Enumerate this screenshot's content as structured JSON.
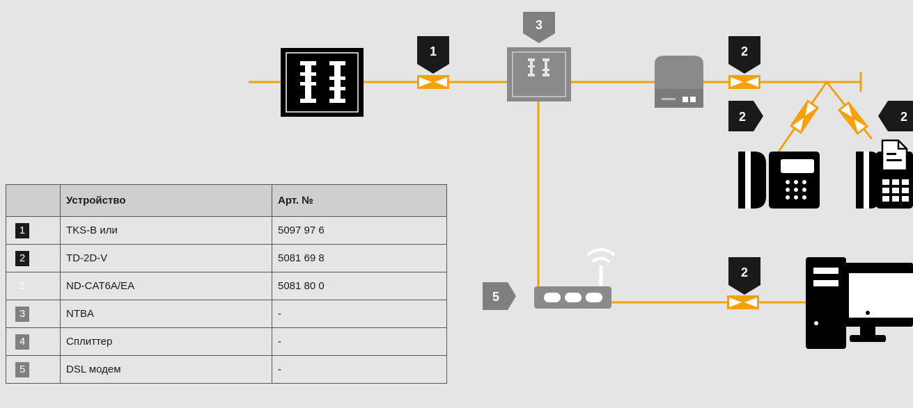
{
  "badges": {
    "b1": "1",
    "b2_top": "2",
    "b2_left": "2",
    "b2_right": "2",
    "b2_pc": "2",
    "b3": "3",
    "b5": "5"
  },
  "colors": {
    "line": "#f0a20a",
    "connector": "#f5a20a",
    "badge_black": "#1a1a1a",
    "badge_gray": "#7f7f7f",
    "background": "#e5e5e5",
    "table_header_bg": "#cfcfcf"
  },
  "icons": [
    "tae-socket-icon",
    "ntba-box-icon",
    "splitter-box-icon",
    "desk-phone-icon",
    "fax-phone-icon",
    "dsl-modem-icon",
    "wifi-icon",
    "desktop-computer-icon",
    "cable-connector-icon"
  ],
  "table": {
    "headers": [
      "",
      "Устройство",
      "Арт. №"
    ],
    "rows": [
      {
        "num": "1",
        "style": "black",
        "device": "TKS-B или",
        "art": "5097 97 6"
      },
      {
        "num": "2",
        "style": "black",
        "device": "TD-2D-V",
        "art": "5081 69 8"
      },
      {
        "num": "2",
        "style": "hollow",
        "device": "ND-CAT6A/EA",
        "art": "5081 80 0"
      },
      {
        "num": "3",
        "style": "gray",
        "device": "NTBA",
        "art": "-"
      },
      {
        "num": "4",
        "style": "gray",
        "device": "Сплиттер",
        "art": "-"
      },
      {
        "num": "5",
        "style": "gray",
        "device": "DSL модем",
        "art": "-"
      }
    ]
  }
}
